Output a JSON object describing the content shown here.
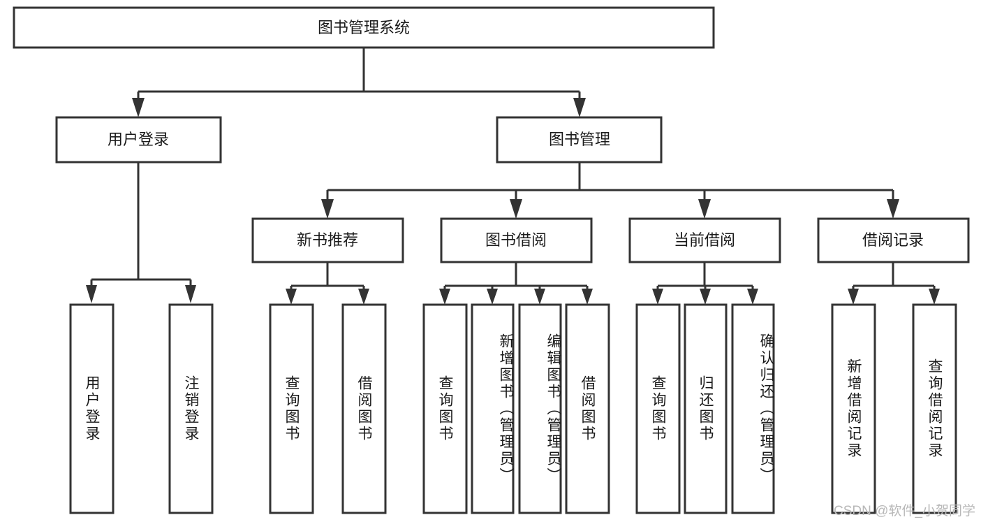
{
  "diagram": {
    "title": "图书管理系统",
    "type": "tree",
    "root": {
      "id": "root",
      "label": "图书管理系统",
      "orientation": "horizontal"
    },
    "level2": [
      {
        "id": "user-login",
        "label": "用户登录",
        "orientation": "horizontal"
      },
      {
        "id": "book-management",
        "label": "图书管理",
        "orientation": "horizontal"
      }
    ],
    "level3": [
      {
        "id": "new-book-recommend",
        "label": "新书推荐",
        "parent": "book-management",
        "orientation": "horizontal"
      },
      {
        "id": "book-borrow",
        "label": "图书借阅",
        "parent": "book-management",
        "orientation": "horizontal"
      },
      {
        "id": "current-borrow",
        "label": "当前借阅",
        "parent": "book-management",
        "orientation": "horizontal"
      },
      {
        "id": "borrow-record",
        "label": "借阅记录",
        "parent": "book-management",
        "orientation": "horizontal"
      }
    ],
    "leaves": [
      {
        "id": "leaf-user-login",
        "label": "用户登录",
        "parent": "user-login",
        "orientation": "vertical"
      },
      {
        "id": "leaf-user-logout",
        "label": "注销登录",
        "parent": "user-login",
        "orientation": "vertical"
      },
      {
        "id": "leaf-query-book-1",
        "label": "查询图书",
        "parent": "new-book-recommend",
        "orientation": "vertical"
      },
      {
        "id": "leaf-borrow-book-1",
        "label": "借阅图书",
        "parent": "new-book-recommend",
        "orientation": "vertical"
      },
      {
        "id": "leaf-query-book-2",
        "label": "查询图书",
        "parent": "book-borrow",
        "orientation": "vertical"
      },
      {
        "id": "leaf-add-book",
        "label": "新增图书（管理员）",
        "parent": "book-borrow",
        "orientation": "vertical"
      },
      {
        "id": "leaf-edit-book",
        "label": "编辑图书（管理员）",
        "parent": "book-borrow",
        "orientation": "vertical"
      },
      {
        "id": "leaf-borrow-book-2",
        "label": "借阅图书",
        "parent": "book-borrow",
        "orientation": "vertical"
      },
      {
        "id": "leaf-query-book-3",
        "label": "查询图书",
        "parent": "current-borrow",
        "orientation": "vertical"
      },
      {
        "id": "leaf-return-book",
        "label": "归还图书",
        "parent": "current-borrow",
        "orientation": "vertical"
      },
      {
        "id": "leaf-confirm-return",
        "label": "确认归还（管理员）",
        "parent": "current-borrow",
        "orientation": "vertical"
      },
      {
        "id": "leaf-add-record",
        "label": "新增借阅记录",
        "parent": "borrow-record",
        "orientation": "vertical"
      },
      {
        "id": "leaf-query-record",
        "label": "查询借阅记录",
        "parent": "borrow-record",
        "orientation": "vertical"
      }
    ],
    "watermark": "CSDN @软件_小贺同学",
    "colors": {
      "box_stroke": "#333333",
      "box_fill": "#ffffff",
      "text": "#1a1a1a",
      "connector": "#333333",
      "watermark": "#b8b8b8",
      "background": "#ffffff"
    }
  }
}
